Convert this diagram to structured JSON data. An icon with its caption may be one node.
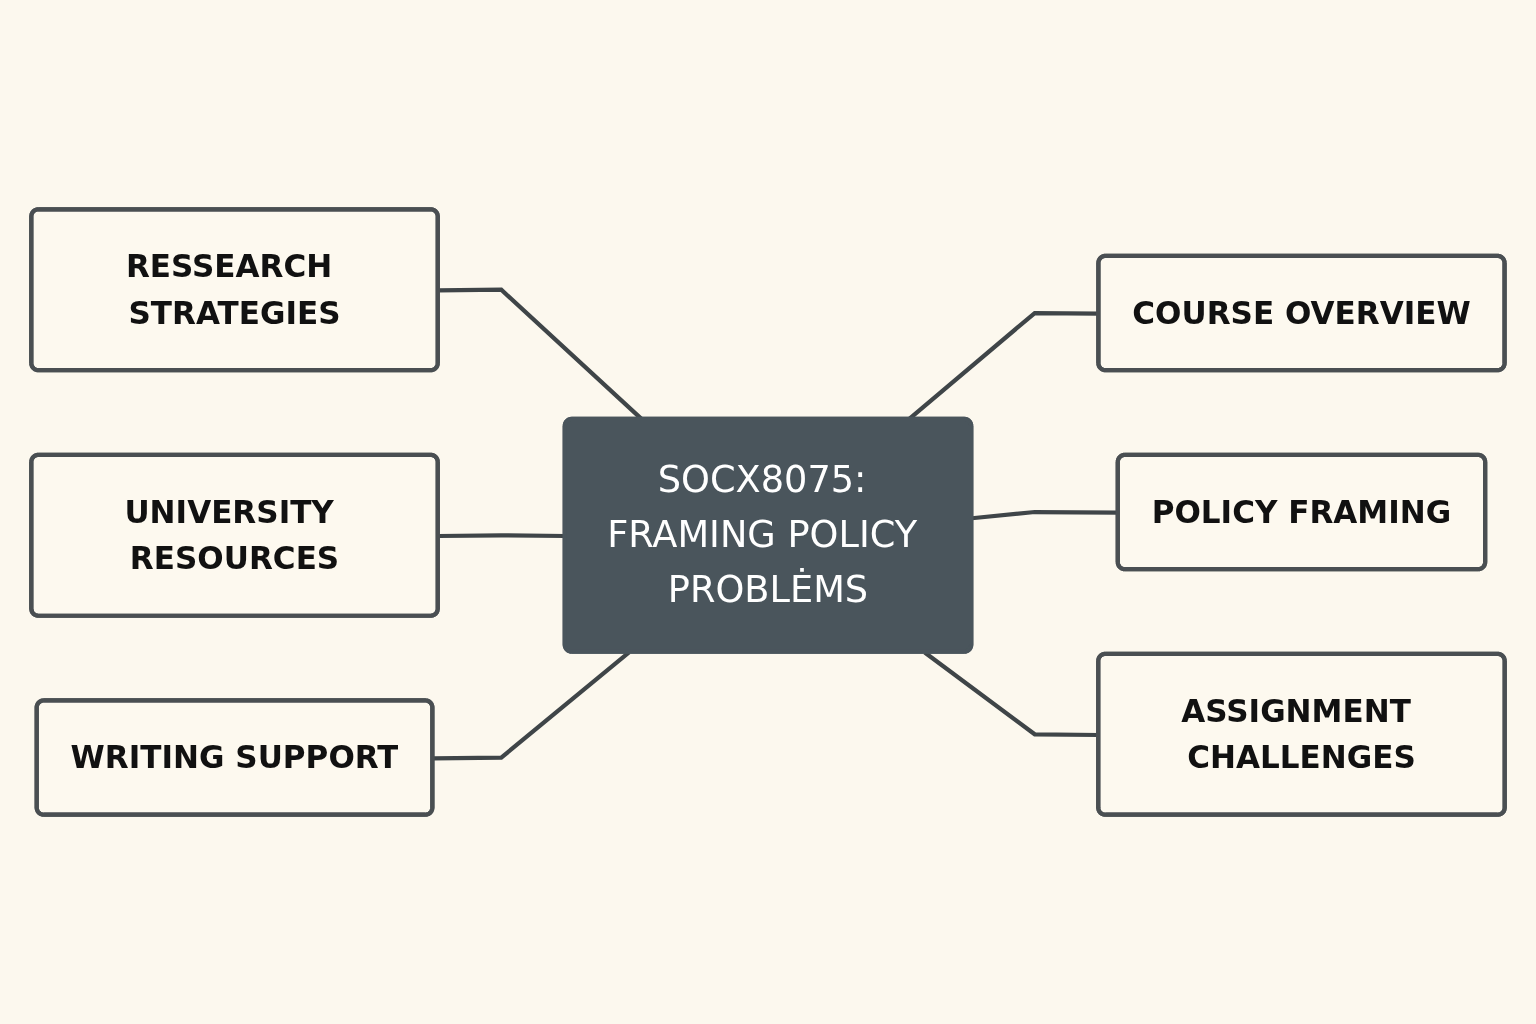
{
  "diagram": {
    "nodes": [
      {
        "text": [
          "RESSEARCH STRATEGIES"
        ]
      },
      {
        "text": [
          "COURSE OVERVIEW"
        ]
      },
      {
        "text": [
          "UNIVERSITY RESOURCES"
        ]
      },
      {
        "text": [
          "SOCX8075: FRAMING POLICY PROBLĖMS"
        ]
      },
      {
        "text": [
          "POLICY FRAMING"
        ]
      },
      {
        "text": [
          "WRITING SUPPORT"
        ]
      },
      {
        "text": [
          "ASSIGNMENT CHALLENGES"
        ]
      }
    ],
    "edges": [
      {
        "from": 0,
        "to": 3,
        "arrow": "none"
      },
      {
        "from": 3,
        "to": 1,
        "arrow": "none"
      },
      {
        "from": 2,
        "to": 3,
        "arrow": "none"
      },
      {
        "from": 3,
        "to": 4,
        "arrow": "none"
      },
      {
        "from": 5,
        "to": 3,
        "arrow": "none"
      },
      {
        "from": 3,
        "to": 6,
        "arrow": "none"
      }
    ]
  }
}
